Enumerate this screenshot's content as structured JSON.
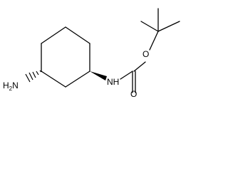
{
  "structure": {
    "atoms": {
      "amine": {
        "text": "H",
        "subscript": "2",
        "suffix": "N"
      },
      "carbamate_n": {
        "text": "NH"
      },
      "ester_o": {
        "text": "O"
      },
      "carbonyl_o": {
        "text": "O"
      }
    },
    "colors": {
      "bond": "#000000",
      "background": "#ffffff"
    },
    "stereo": {
      "amine_bond": "hashed-wedge",
      "carbamate_bond": "solid-wedge"
    }
  }
}
